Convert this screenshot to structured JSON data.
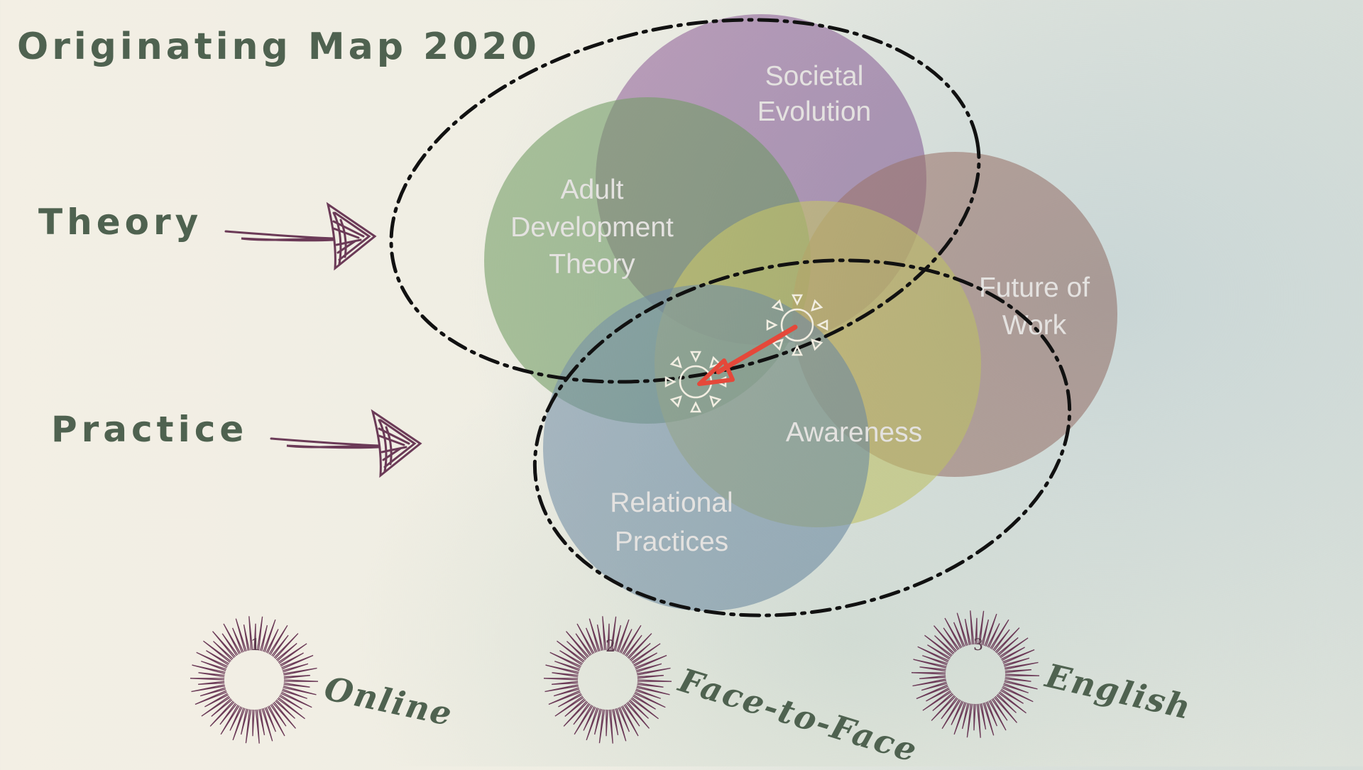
{
  "title": "Originating Map 2020",
  "side_labels": {
    "theory": "Theory",
    "practice": "Practice"
  },
  "circles": {
    "societal": {
      "line1": "Societal",
      "line2": "Evolution",
      "color": "#a26fb0"
    },
    "adult": {
      "line1": "Adult",
      "line2": "Development",
      "line3": "Theory",
      "color": "#7fac74"
    },
    "future": {
      "line1": "Future of",
      "line2": "Work",
      "color": "#b8847c"
    },
    "awareness": {
      "line1": "Awareness",
      "color": "#e6e07a"
    },
    "relational": {
      "line1": "Relational",
      "line2": "Practices",
      "color": "#7f9dbd"
    }
  },
  "arrow_color": "#e5483a",
  "pointer_color": "#6b3a57",
  "modes": [
    {
      "number": "1",
      "label": "Online"
    },
    {
      "number": "2",
      "label": "Face-to-Face"
    },
    {
      "number": "3",
      "label": "English"
    }
  ]
}
